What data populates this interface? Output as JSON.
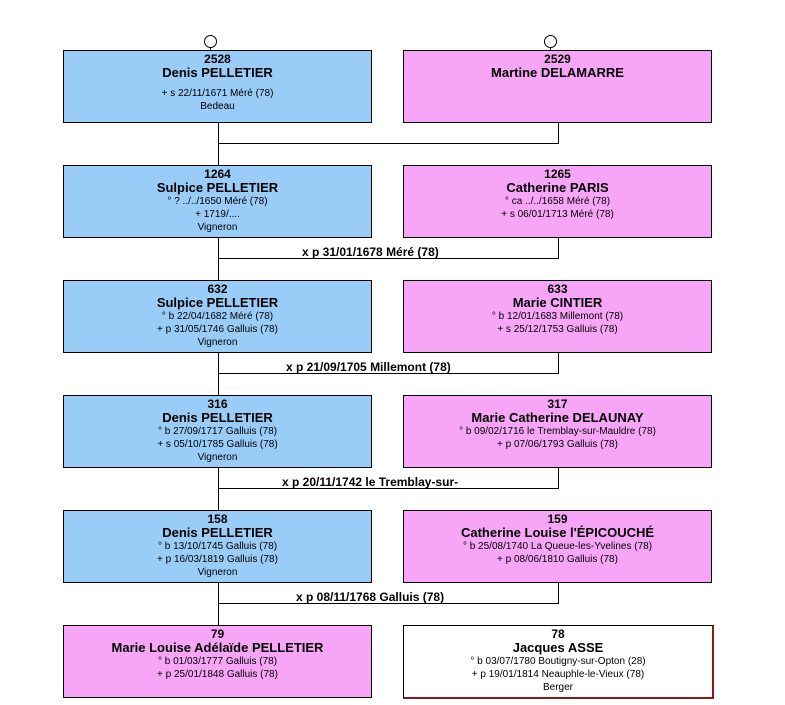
{
  "gen2528": {
    "num": "2528",
    "name": "Denis PELLETIER",
    "ev1": "+ s 22/11/1671 Méré (78)",
    "occ": "Bedeau"
  },
  "gen2529": {
    "num": "2529",
    "name": "Martine DELAMARRE"
  },
  "gen1264": {
    "num": "1264",
    "name": "Sulpice PELLETIER",
    "ev1": "° ? ../../1650 Méré (78)",
    "ev2": "+ 1719/....",
    "occ": "Vigneron"
  },
  "gen1265": {
    "num": "1265",
    "name": "Catherine PARIS",
    "ev1": "° ca ../../1658 Méré (78)",
    "ev2": "+ s 06/01/1713 Méré (78)"
  },
  "marr1": "x p 31/01/1678 Méré (78)",
  "gen632": {
    "num": "632",
    "name": "Sulpice PELLETIER",
    "ev1": "° b 22/04/1682 Méré (78)",
    "ev2": "+ p 31/05/1746 Galluis (78)",
    "occ": "Vigneron"
  },
  "gen633": {
    "num": "633",
    "name": "Marie CINTIER",
    "ev1": "° b 12/01/1683 Millemont (78)",
    "ev2": "+ s 25/12/1753 Galluis (78)"
  },
  "marr2": "x p 21/09/1705 Millemont (78)",
  "gen316": {
    "num": "316",
    "name": "Denis PELLETIER",
    "ev1": "° b 27/09/1717 Galluis (78)",
    "ev2": "+ s 05/10/1785 Galluis (78)",
    "occ": "Vigneron"
  },
  "gen317": {
    "num": "317",
    "name": "Marie Catherine DELAUNAY",
    "ev1": "° b 09/02/1716 le Tremblay-sur-Mauldre (78)",
    "ev2": "+ p 07/06/1793 Galluis (78)"
  },
  "marr3": "x p 20/11/1742 le Tremblay-sur-",
  "gen158": {
    "num": "158",
    "name": "Denis PELLETIER",
    "ev1": "° b 13/10/1745 Galluis (78)",
    "ev2": "+ p 16/03/1819 Galluis (78)",
    "occ": "Vigneron"
  },
  "gen159": {
    "num": "159",
    "name": "Catherine Louise l'ÉPICOUCHÉ",
    "ev1": "° b 25/08/1740 La Queue-les-Yvelines (78)",
    "ev2": "+ p 08/06/1810 Galluis (78)"
  },
  "marr4": "x p 08/11/1768 Galluis (78)",
  "gen79": {
    "num": "79",
    "name": "Marie Louise Adélaïde PELLETIER",
    "ev1": "° b 01/03/1777 Galluis (78)",
    "ev2": "+ p 25/01/1848 Galluis (78)"
  },
  "gen78": {
    "num": "78",
    "name": "Jacques ASSE",
    "ev1": "° b 03/07/1780 Boutigny-sur-Opton (28)",
    "ev2": "+ p 19/01/1814 Neauphle-le-Vieux (78)",
    "occ": "Berger"
  }
}
